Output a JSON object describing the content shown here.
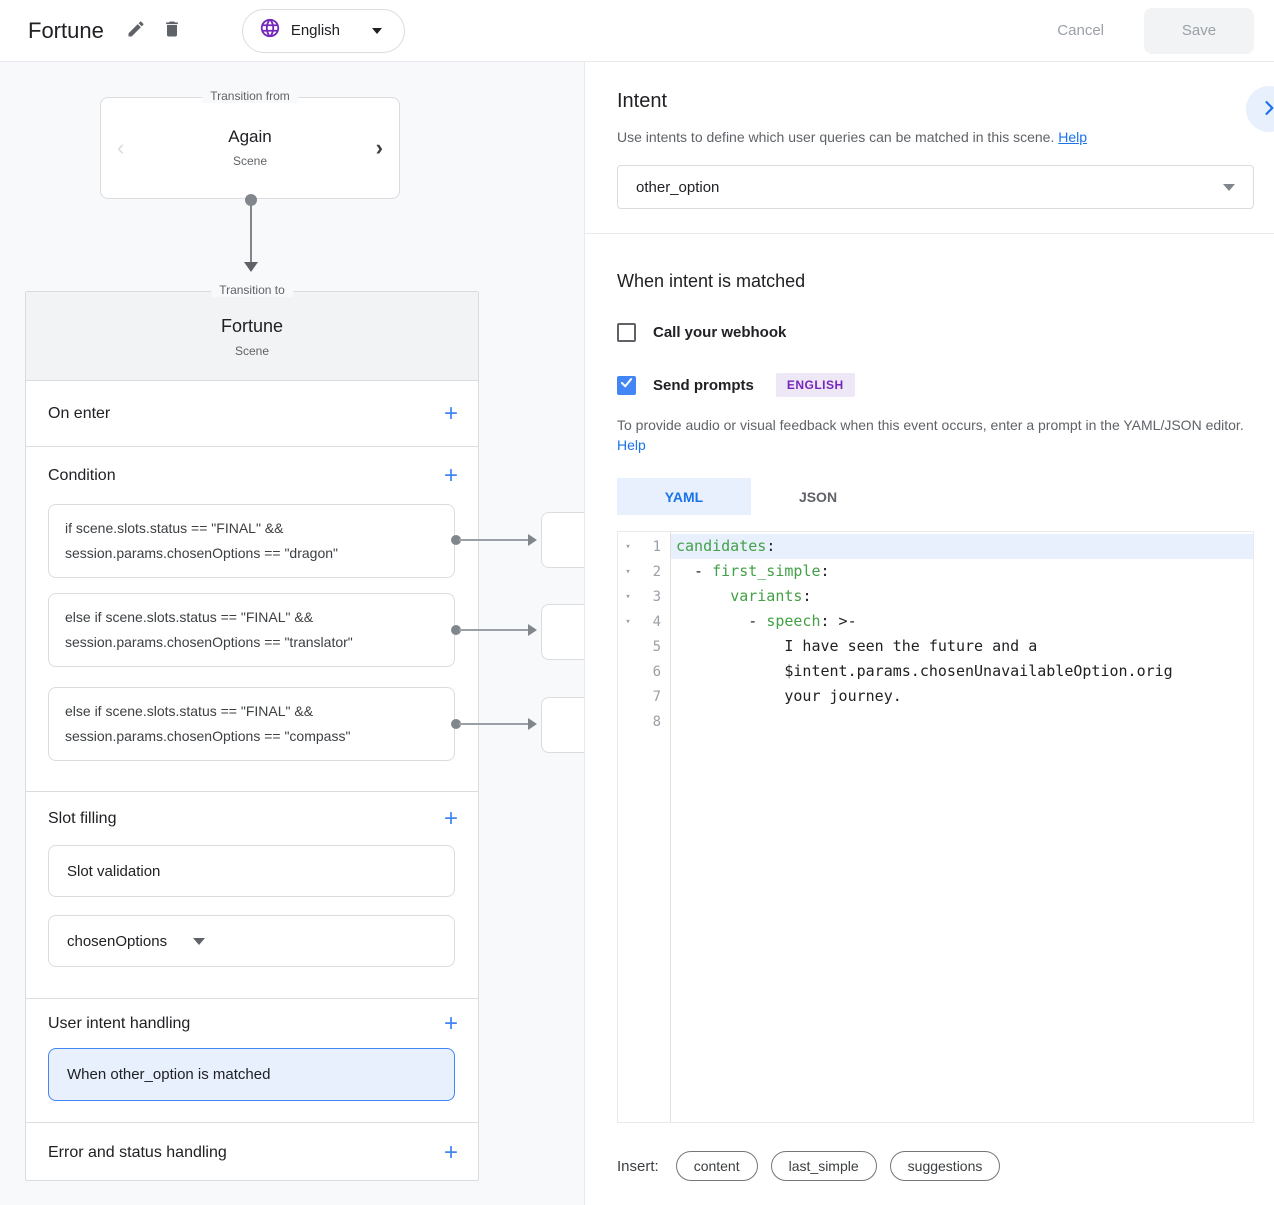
{
  "header": {
    "title": "Fortune",
    "language": "English",
    "cancel_label": "Cancel",
    "save_label": "Save"
  },
  "canvas": {
    "from_card": {
      "legend": "Transition from",
      "title": "Again",
      "subtitle": "Scene",
      "prev_glyph": "‹",
      "next_glyph": "›"
    },
    "scene_card": {
      "legend": "Transition to",
      "title": "Fortune",
      "subtitle": "Scene",
      "sections": {
        "on_enter": "On enter",
        "condition": "Condition",
        "slot_filling": "Slot filling",
        "user_intent": "User intent handling",
        "error": "Error and status handling"
      },
      "conditions": [
        {
          "line1": "if scene.slots.status == \"FINAL\" &&",
          "line2": "session.params.chosenOptions == \"dragon\""
        },
        {
          "line1": "else if scene.slots.status == \"FINAL\" &&",
          "line2": "session.params.chosenOptions == \"translator\""
        },
        {
          "line1": "else if scene.slots.status == \"FINAL\" &&",
          "line2": "session.params.chosenOptions == \"compass\""
        }
      ],
      "slot_validation": "Slot validation",
      "slot_param": "chosenOptions",
      "intent_handler": "When other_option is matched"
    }
  },
  "panel": {
    "intent": {
      "title": "Intent",
      "description": "Use intents to define which user queries can be matched in this scene.",
      "help": "Help",
      "selected": "other_option"
    },
    "matched": {
      "title": "When intent is matched",
      "webhook_label": "Call your webhook",
      "prompts_label": "Send prompts",
      "language_badge": "ENGLISH",
      "description": "To provide audio or visual feedback when this event occurs, enter a prompt in the YAML/JSON editor.",
      "help": "Help"
    },
    "tabs": {
      "yaml": "YAML",
      "json": "JSON"
    },
    "editor": {
      "lines": [
        {
          "num": "1",
          "fold": "▾",
          "pre": "",
          "key": "candidates",
          "post": ":"
        },
        {
          "num": "2",
          "fold": "▾",
          "pre": "  - ",
          "key": "first_simple",
          "post": ":"
        },
        {
          "num": "3",
          "fold": "▾",
          "pre": "      ",
          "key": "variants",
          "post": ":"
        },
        {
          "num": "4",
          "fold": "▾",
          "pre": "        - ",
          "key": "speech",
          "post": ": >-"
        },
        {
          "num": "5",
          "fold": "",
          "pre": "            I have seen the future and a",
          "key": "",
          "post": ""
        },
        {
          "num": "6",
          "fold": "",
          "pre": "            $intent.params.chosenUnavailableOption.orig",
          "key": "",
          "post": ""
        },
        {
          "num": "7",
          "fold": "",
          "pre": "            your journey.",
          "key": "",
          "post": ""
        },
        {
          "num": "8",
          "fold": "",
          "pre": "",
          "key": "",
          "post": ""
        }
      ]
    },
    "insert": {
      "label": "Insert:",
      "chips": [
        "content",
        "last_simple",
        "suggestions"
      ]
    }
  },
  "colors": {
    "accent_blue": "#1a73e8",
    "control_blue": "#4285f4",
    "selection_bg": "#e8f0fe",
    "yaml_key_green": "#43a047",
    "badge_purple": "#7627bb",
    "badge_bg": "#ede7f6",
    "canvas_bg": "#f8f9fa",
    "border_gray": "#dadce0"
  }
}
